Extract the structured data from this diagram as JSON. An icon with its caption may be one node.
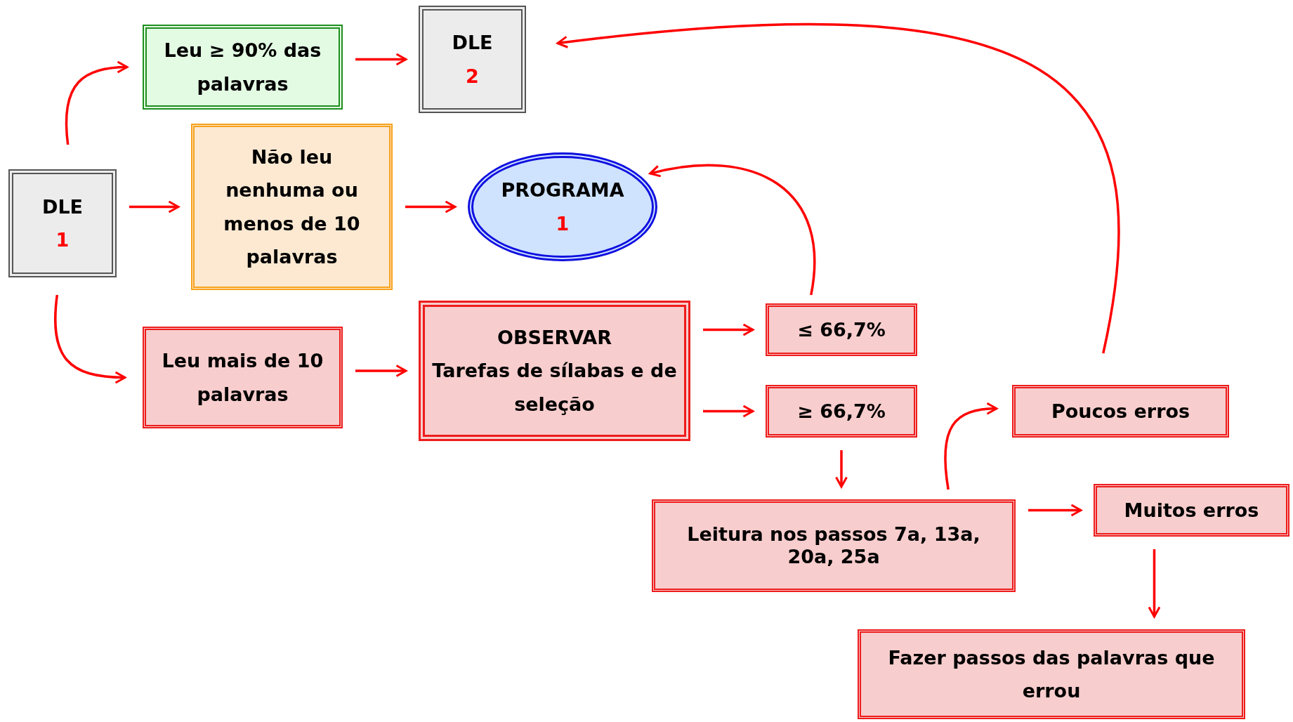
{
  "diagram": {
    "nodes": [
      {
        "text": [
          "DLE",
          "1"
        ]
      },
      {
        "text": [
          "Leu ≥ 90% das palavras"
        ]
      },
      {
        "text": [
          "DLE",
          "2"
        ]
      },
      {
        "text": [
          "Não leu nenhuma ou menos de 10 palavras"
        ]
      },
      {
        "text": [
          "PROGRAMA",
          "1"
        ]
      },
      {
        "text": [
          "Leu mais de 10 palavras"
        ]
      },
      {
        "text": [
          "OBSERVAR",
          "Tarefas de sílabas e de seleção"
        ]
      },
      {
        "text": [
          "≤ 66,7%"
        ]
      },
      {
        "text": [
          "≥ 66,7%"
        ]
      },
      {
        "text": [
          "Leitura nos passos 7a, 13a, 20a, 25a"
        ]
      },
      {
        "text": [
          "Poucos erros"
        ]
      },
      {
        "text": [
          "Muitos erros"
        ]
      },
      {
        "text": [
          "Fazer passos das palavras que errou"
        ]
      }
    ],
    "edges": [
      {
        "from": 0,
        "to": 1,
        "arrow": "to"
      },
      {
        "from": 1,
        "to": 2,
        "arrow": "to"
      },
      {
        "from": 0,
        "to": 3,
        "arrow": "to"
      },
      {
        "from": 3,
        "to": 4,
        "arrow": "to"
      },
      {
        "from": 0,
        "to": 5,
        "arrow": "to"
      },
      {
        "from": 5,
        "to": 6,
        "arrow": "to"
      },
      {
        "from": 6,
        "to": 7,
        "arrow": "to"
      },
      {
        "from": 6,
        "to": 8,
        "arrow": "to"
      },
      {
        "from": 7,
        "to": 4,
        "arrow": "to"
      },
      {
        "from": 8,
        "to": 9,
        "arrow": "to"
      },
      {
        "from": 9,
        "to": 10,
        "arrow": "to"
      },
      {
        "from": 9,
        "to": 11,
        "arrow": "to"
      },
      {
        "from": 11,
        "to": 12,
        "arrow": "to"
      },
      {
        "from": 10,
        "to": 2,
        "arrow": "to"
      }
    ]
  }
}
